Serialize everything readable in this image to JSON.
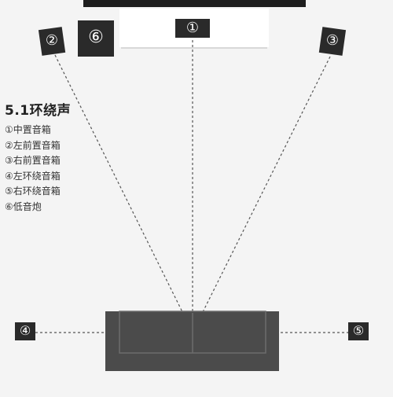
{
  "legend": {
    "title": "5.1环绕声",
    "items": [
      "①中置音箱",
      "②左前置音箱",
      "③右前置音箱",
      "④左环绕音箱",
      "⑤右环绕音箱",
      "⑥低音炮"
    ]
  },
  "speakers": {
    "center": "①",
    "front_left": "②",
    "front_right": "③",
    "surround_left": "④",
    "surround_right": "⑤",
    "subwoofer": "⑥"
  },
  "colors": {
    "background": "#f4f4f4",
    "tv": "#1e1e1e",
    "tv_stand": "#ffffff",
    "speaker": "#2a2a2a",
    "sofa": "#4b4b4b",
    "sofa_seam": "#6c6c6c",
    "line": "#555555"
  }
}
